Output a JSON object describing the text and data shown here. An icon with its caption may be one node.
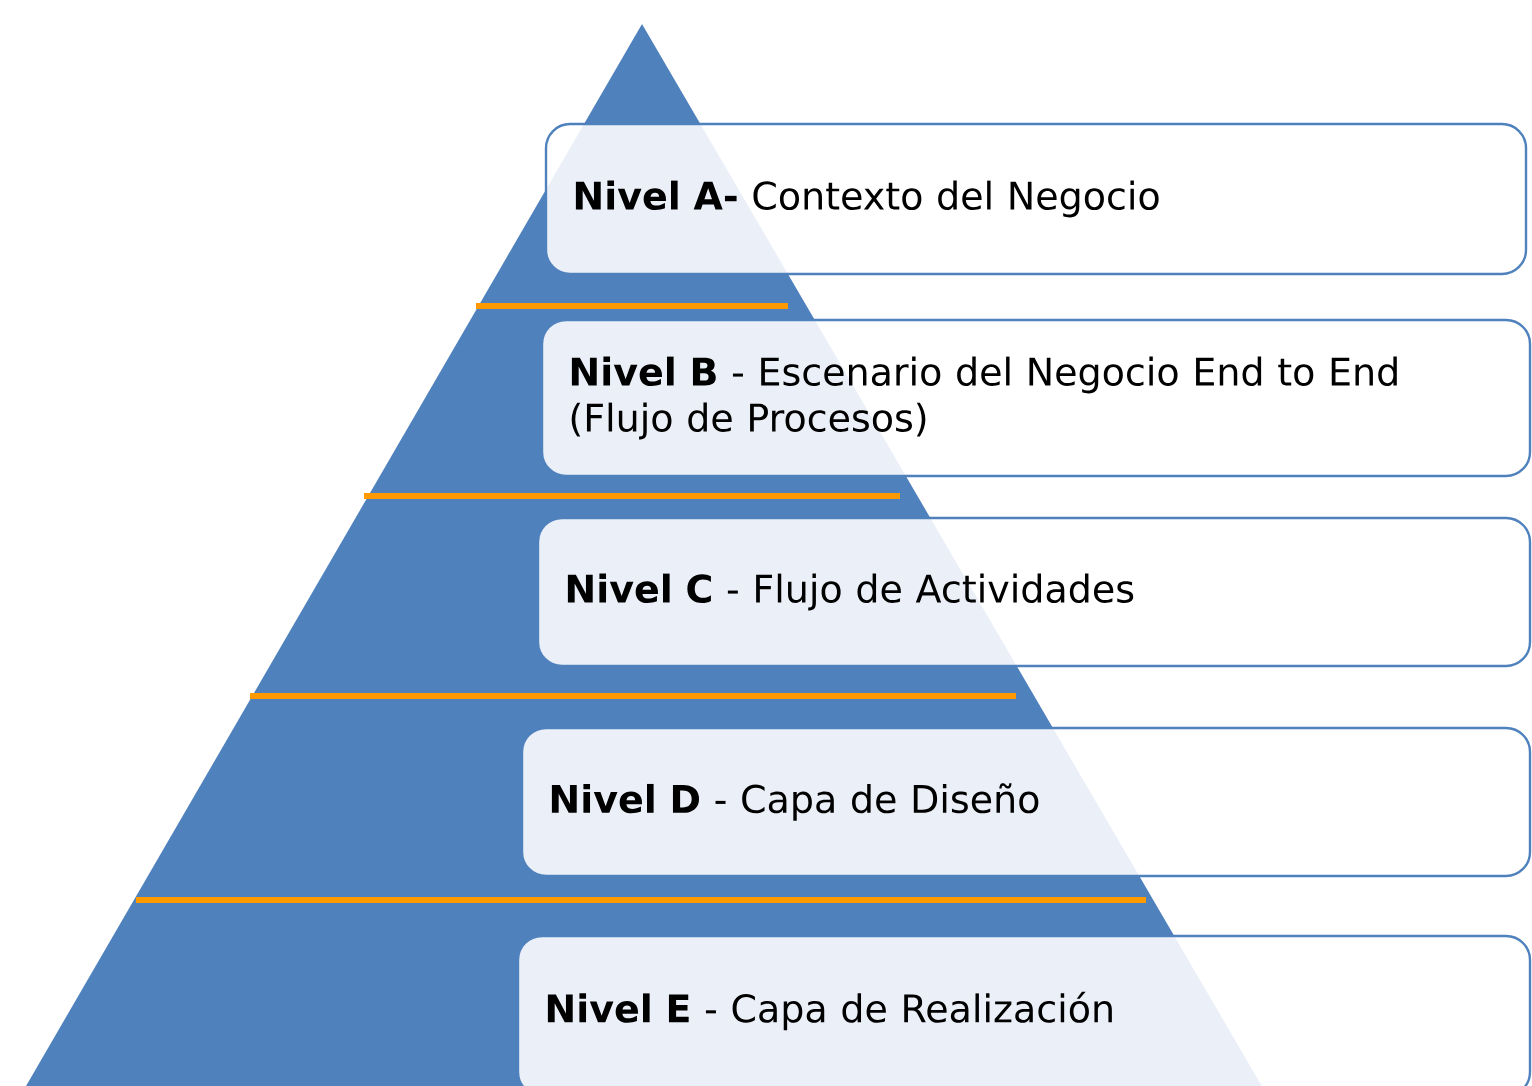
{
  "diagram": {
    "nodes": [
      {
        "text": [
          "**Nivel A-** Contexto del Negocio"
        ]
      },
      {
        "text": [
          "**Nivel B** - Escenario del Negocio End to End (Flujo de Procesos)"
        ]
      },
      {
        "text": [
          "**Nivel C** - Flujo de Actividades"
        ]
      },
      {
        "text": [
          "**Nivel D** - Capa de Diseño"
        ]
      },
      {
        "text": [
          "**Nivel E** - Capa de Realización"
        ]
      }
    ]
  }
}
